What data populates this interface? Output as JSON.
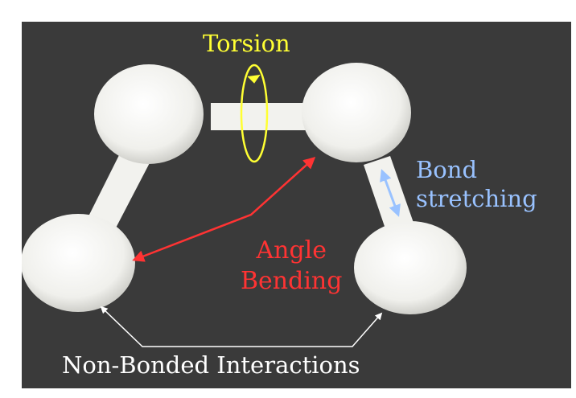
{
  "labels": {
    "torsion": "Torsion",
    "bond_stretching": [
      "Bond",
      "stretching"
    ],
    "angle_bending": [
      "Angle",
      "Bending"
    ],
    "non_bonded": "Non-Bonded Interactions"
  },
  "colors": {
    "background": "#3a3a3a",
    "atom": "#f2f2ee",
    "bond": "#f2f2ee",
    "torsion": "#ffff33",
    "bond_stretching": "#99c2ff",
    "angle_bending": "#ff3333",
    "non_bonded": "#ffffff"
  },
  "icons": {
    "torsion": "curved-rotation-arrow",
    "bond_stretching": "double-headed-arrow",
    "angle_bending": "bent-double-headed-arrow",
    "non_bonded": "bracket-double-headed-arrow"
  }
}
